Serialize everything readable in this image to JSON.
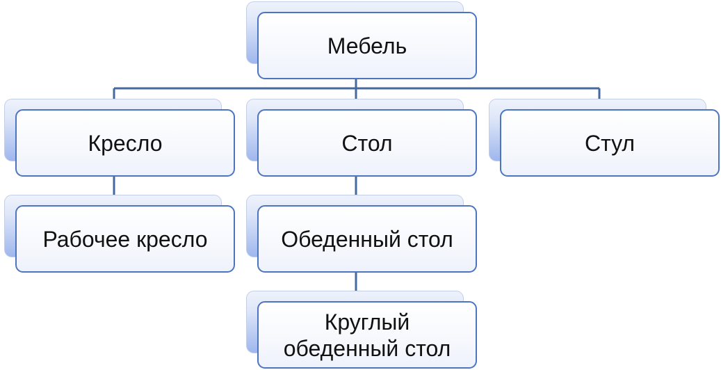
{
  "diagram": {
    "root": {
      "label": "Мебель"
    },
    "children": [
      {
        "label": "Кресло",
        "children": [
          {
            "label": "Рабочее кресло"
          }
        ]
      },
      {
        "label": "Стол",
        "children": [
          {
            "label": "Обеденный стол",
            "children": [
              {
                "label": "Круглый обеденный стол"
              }
            ]
          }
        ]
      },
      {
        "label": "Стул"
      }
    ]
  },
  "colors": {
    "connector": "#44699f",
    "node_border": "#4d75bf",
    "node_shadow": "#9fb7ee"
  }
}
